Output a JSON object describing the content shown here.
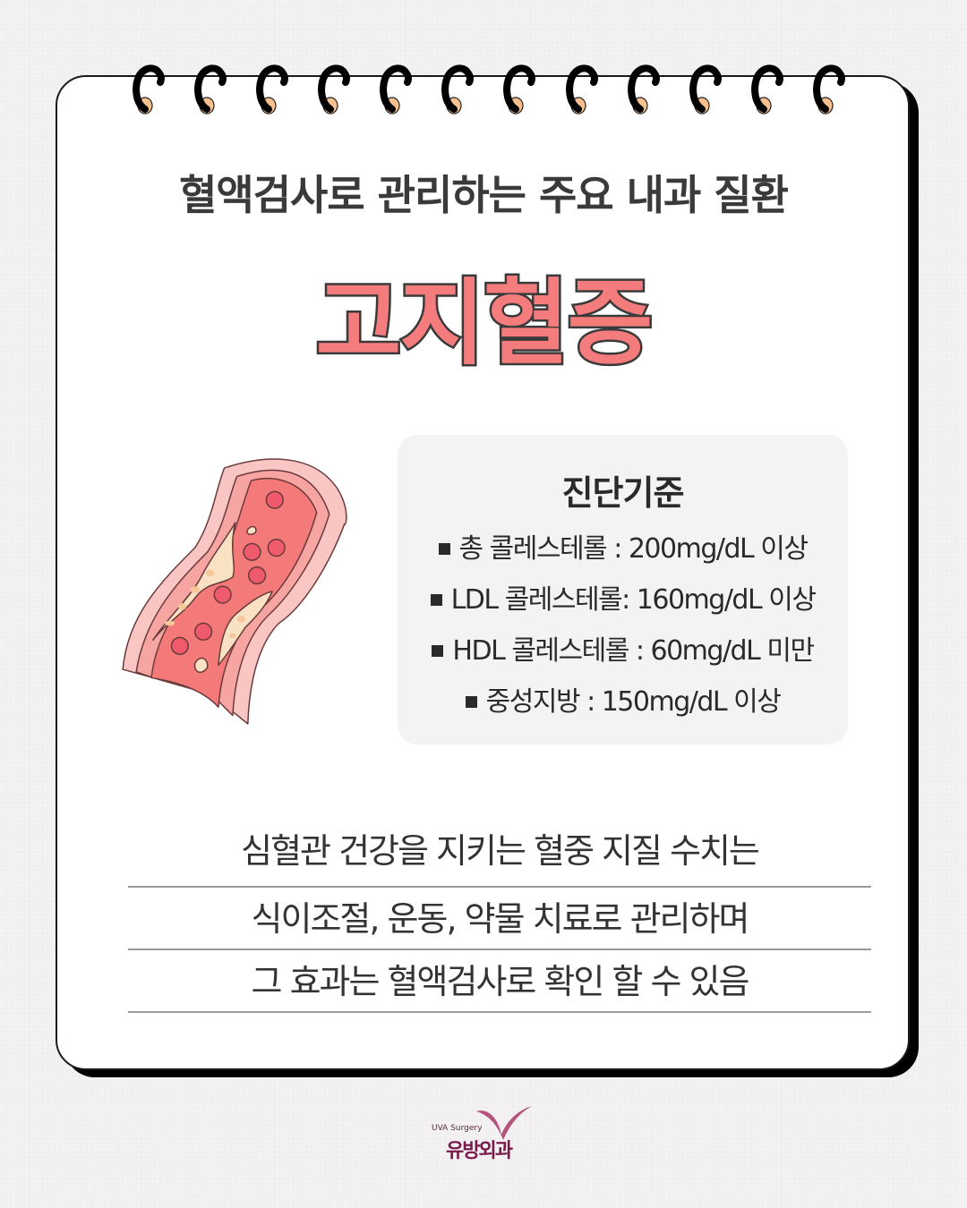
{
  "header": {
    "subtitle": "혈액검사로 관리하는 주요 내과 질환",
    "title": "고지혈증"
  },
  "notebook": {
    "ring_count": 12,
    "ring_color": "#000000",
    "hole_color": "#f7c08e"
  },
  "illustration": {
    "icon": "artery-plaque-illustration",
    "colors": {
      "outer_wall": "#f9c6c3",
      "middle_wall": "#f6a5a3",
      "lumen": "#f47a7a",
      "plaque": "#f9e2c4",
      "plaque_spots": "#f6c79b",
      "blood_cell": "#ef5a6c",
      "outline": "#6b3a3a"
    }
  },
  "criteria": {
    "title": "진단기준",
    "items": [
      {
        "label": "총 콜레스테롤 : 200mg/dL 이상"
      },
      {
        "label": "LDL 콜레스테롤: 160mg/dL 이상"
      },
      {
        "label": "HDL 콜레스테롤 : 60mg/dL 미만"
      },
      {
        "label": "중성지방 : 150mg/dL 이상"
      }
    ]
  },
  "summary": {
    "lines": [
      "심혈관 건강을 지키는 혈중 지질 수치는",
      "식이조절, 운동, 약물 치료로 관리하며",
      "그 효과는 혈액검사로 확인 할 수 있음"
    ]
  },
  "logo": {
    "english": "UVA Surgery",
    "korean": "유방외과",
    "color": "#7a1a4a"
  },
  "colors": {
    "background": "#f3f1f1",
    "title_fill": "#f47c7c",
    "title_stroke": "#3a3a3a",
    "text": "#333333",
    "criteria_bg": "#f4f3f3"
  }
}
